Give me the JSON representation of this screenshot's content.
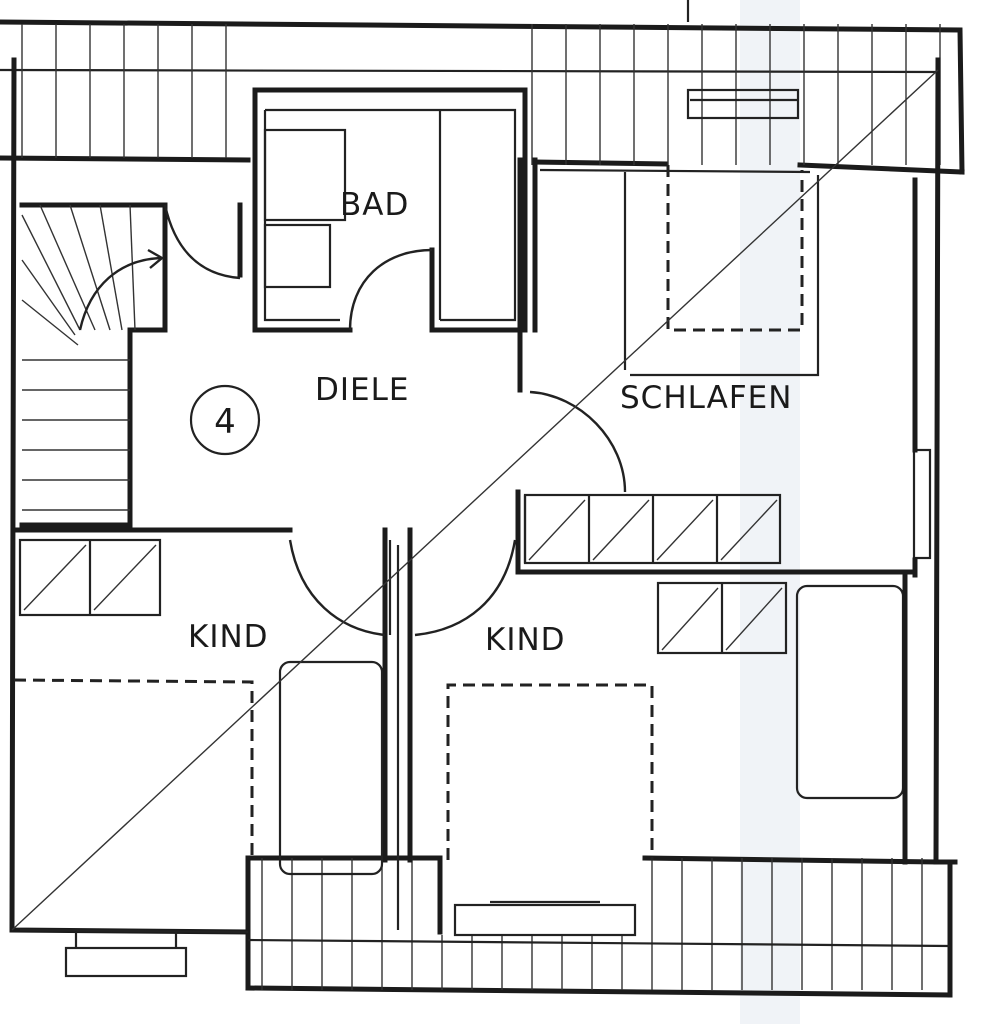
{
  "rooms": {
    "bad": "BAD",
    "diele": "DIELE",
    "schlafen": "SCHLAFEN",
    "kind_left": "KIND",
    "kind_right": "KIND"
  },
  "floor_number": "4"
}
